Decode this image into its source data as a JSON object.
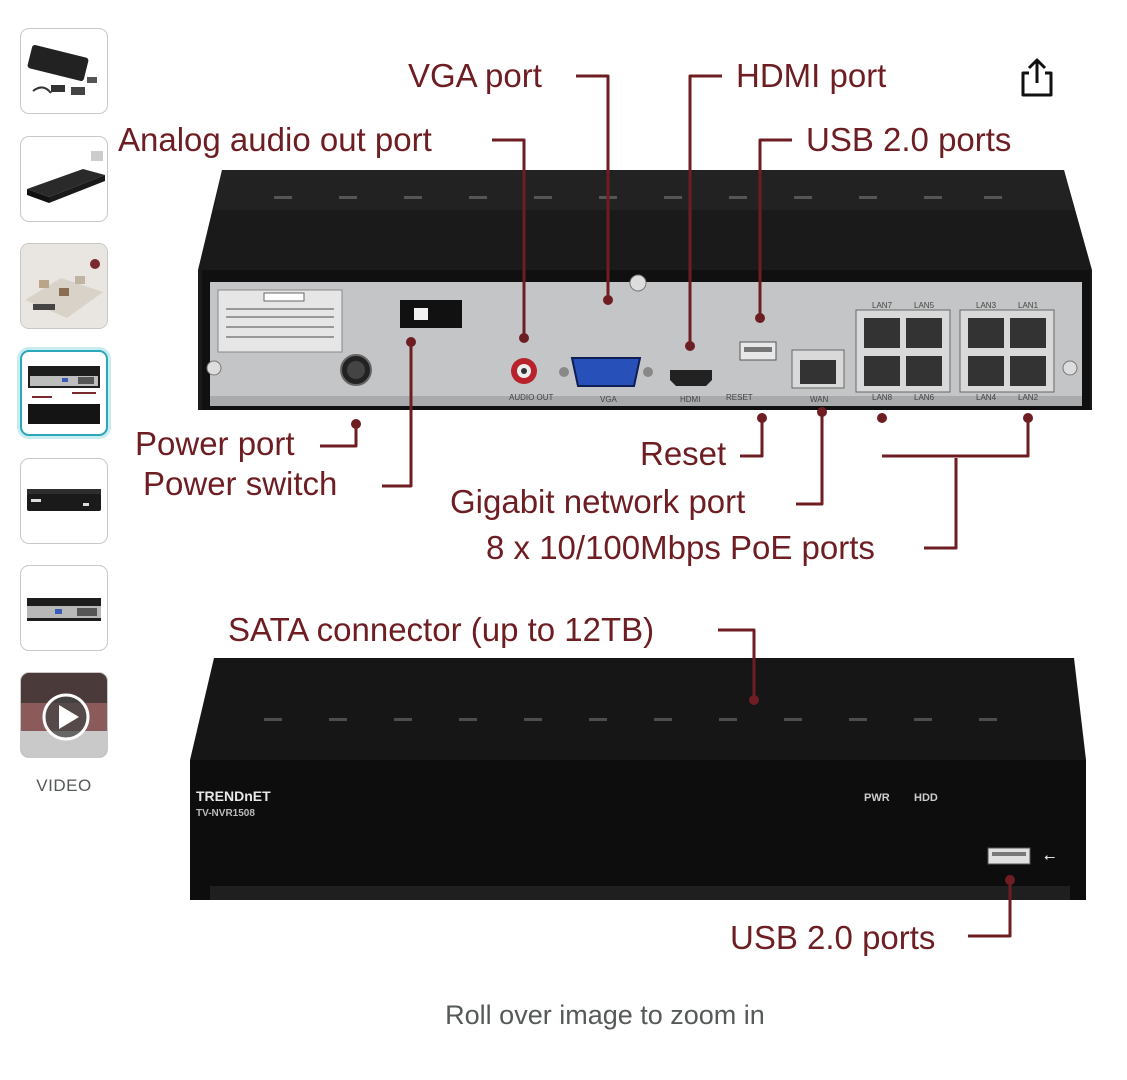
{
  "thumbnails": [
    {
      "name": "kit-contents"
    },
    {
      "name": "nvr-angle"
    },
    {
      "name": "installation-scene"
    },
    {
      "name": "ports-diagram",
      "selected": true
    },
    {
      "name": "nvr-front"
    },
    {
      "name": "nvr-rear"
    },
    {
      "name": "product-video",
      "is_video": true
    }
  ],
  "video_label": "VIDEO",
  "callouts": {
    "vga": "VGA port",
    "hdmi": "HDMI port",
    "audio": "Analog audio out port",
    "usb_rear": "USB 2.0 ports",
    "power_port": "Power port",
    "power_switch": "Power switch",
    "reset": "Reset",
    "gigabit": "Gigabit network port",
    "poe": "8 x 10/100Mbps PoE ports",
    "sata": "SATA connector (up to 12TB)",
    "usb_front": "USB 2.0 ports"
  },
  "device": {
    "brand": "TRENDnET",
    "model": "TV-NVR1508",
    "port_labels": [
      "AUDIO OUT",
      "VGA",
      "HDMI",
      "RESET",
      "WAN"
    ],
    "lan_labels_top": [
      "LAN7",
      "LAN5",
      "LAN3",
      "LAN1"
    ],
    "lan_labels_bottom": [
      "LAN8",
      "LAN6",
      "LAN4",
      "LAN2"
    ],
    "front_indicators": [
      "PWR",
      "HDD"
    ]
  },
  "caption": "Roll over image to zoom in",
  "colors": {
    "callout": "#6e1e22",
    "thumb_selected": "#2aa7b8"
  }
}
